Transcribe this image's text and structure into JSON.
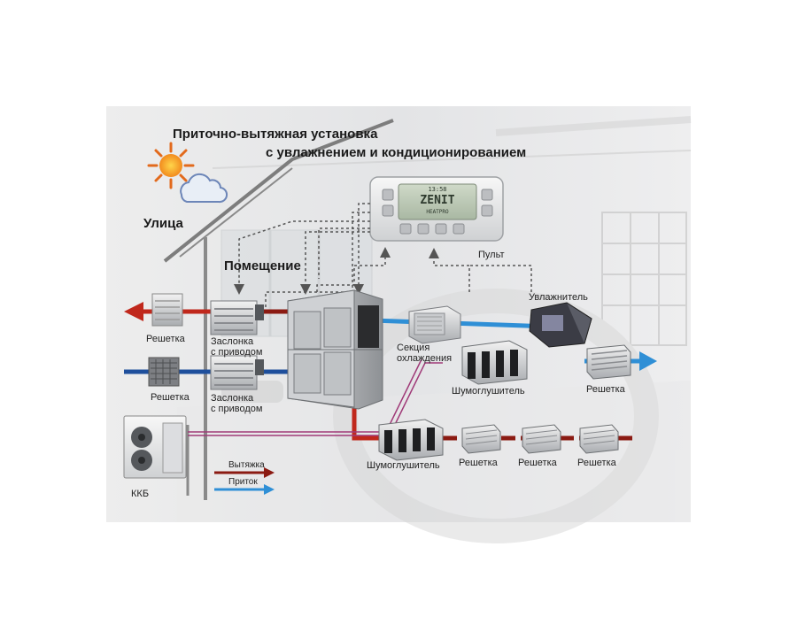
{
  "diagram": {
    "title_line1": "Приточно-вытяжная установка",
    "title_line2": "с увлажнением и кондиционированием",
    "outdoor_label": "Улица",
    "room_label": "Помещение",
    "controller": {
      "label": "Пульт",
      "screen_time": "13:58",
      "screen_brand": "ZENIT",
      "screen_sub": "HEATPRO"
    },
    "components": {
      "grille_exhaust_out": "Решетка",
      "grille_supply_in": "Решетка",
      "damper_top": "Заслонка\nс приводом",
      "damper_bottom": "Заслонка\nс приводом",
      "cooling_section": "Секция\nохлаждения",
      "humidifier": "Увлажнитель",
      "silencer_supply": "Шумоглушитель",
      "grille_supply_out": "Решетка",
      "silencer_exhaust": "Шумоглушитель",
      "grille_exhaust_1": "Решетка",
      "grille_exhaust_2": "Решетка",
      "grille_exhaust_3": "Решетка",
      "condenser_unit": "ККБ"
    },
    "legend": {
      "exhaust_label": "Вытяжка",
      "supply_label": "Приток"
    },
    "colors": {
      "exhaust": "#8b1a12",
      "exhaust_arrow": "#c0281c",
      "supply": "#1e4f9c",
      "supply_arrow": "#2f8fd6",
      "control_line": "#555555",
      "refrigerant_line": "#a03a78"
    }
  }
}
